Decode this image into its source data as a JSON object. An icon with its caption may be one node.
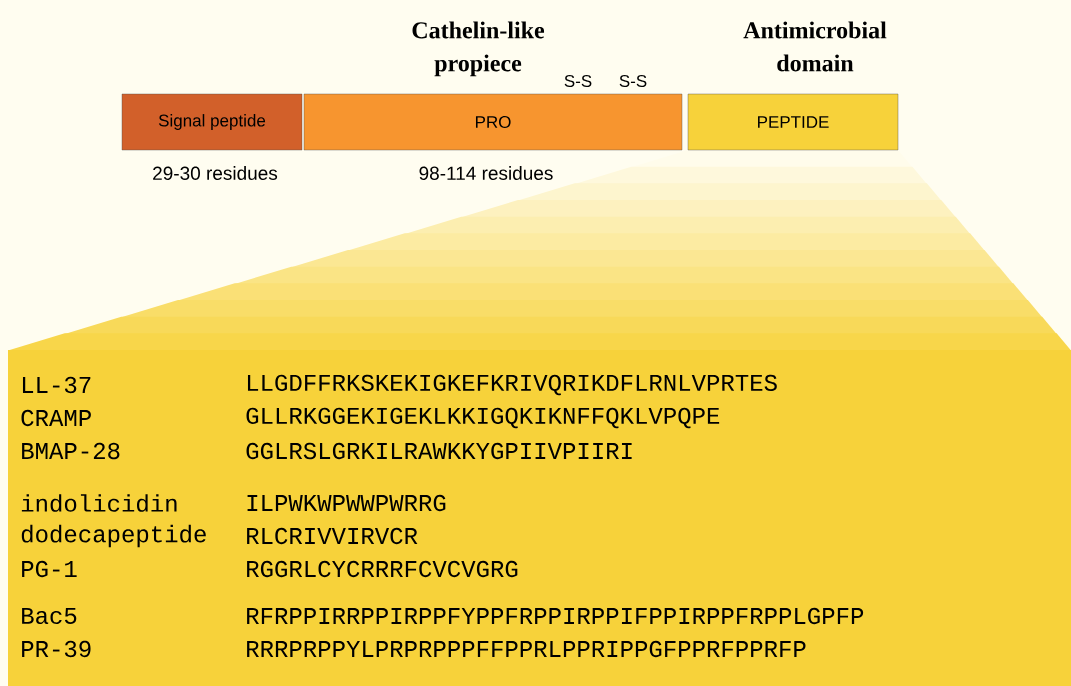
{
  "diagram": {
    "nodes": [
      {
        "text": [
          "Signal peptide"
        ],
        "beside": [
          "29-30 residues"
        ]
      },
      {
        "text": [
          "Cathelin-like propiece",
          "PRO"
        ],
        "beside": [
          "98-114 residues"
        ]
      },
      {
        "text": [
          "Antimicrobial domain",
          "PEPTIDE"
        ]
      },
      {
        "text": [
          "LL-37",
          "LLGDFFRKSKEKIGKEFKRIVQRIKDFLRNLVPRTES",
          "CRAMP",
          "GLLRKGGEKIGEKLKKIGQKIKNFFQKLVPQPE",
          "BMAP-28",
          "GGLRSLGRKILRAWKKYGPIIVPIIRI",
          "indolicidin",
          "ILPWKWPWWPWRRG",
          "dodecapeptide",
          "RLCRIVVIRVCR",
          "PG-1",
          "RGGRLCYCRRRFCVCVGRG",
          "Bac5",
          "RFRPPIRRPPIRPPFYPPFRPPIRPPIFPPIRPPFRPPLGPFP",
          "PR-39",
          "RRRPRPPYLPRPRPPPFFPPRLPPRIPPGFPPRFPPRFP"
        ]
      }
    ],
    "labels": [
      "S-S",
      "S-S"
    ]
  }
}
